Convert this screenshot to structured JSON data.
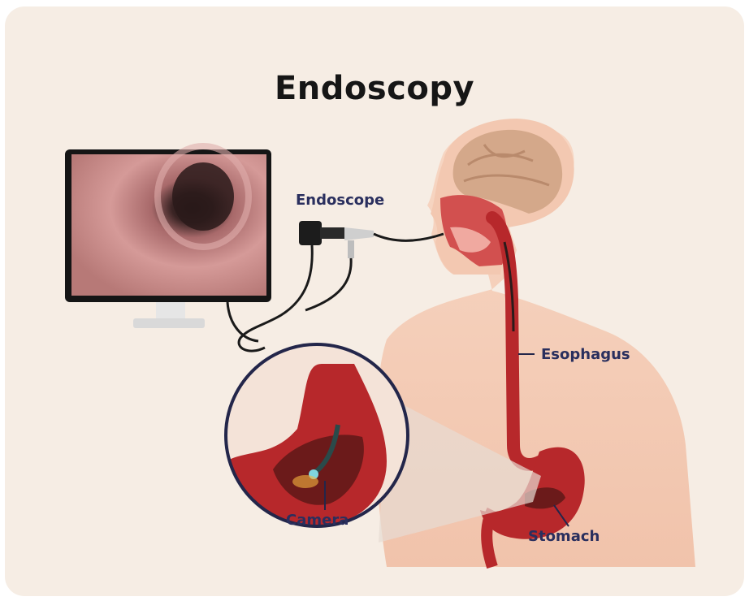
{
  "title": "Endoscopy",
  "labels": {
    "endoscope": "Endoscope",
    "esophagus": "Esophagus",
    "camera": "Camera",
    "stomach": "Stomach"
  },
  "colors": {
    "background": "#f6ede4",
    "label_text": "#2a2f5e",
    "skin": "#f4cdb8",
    "tissue": "#b7282b"
  }
}
